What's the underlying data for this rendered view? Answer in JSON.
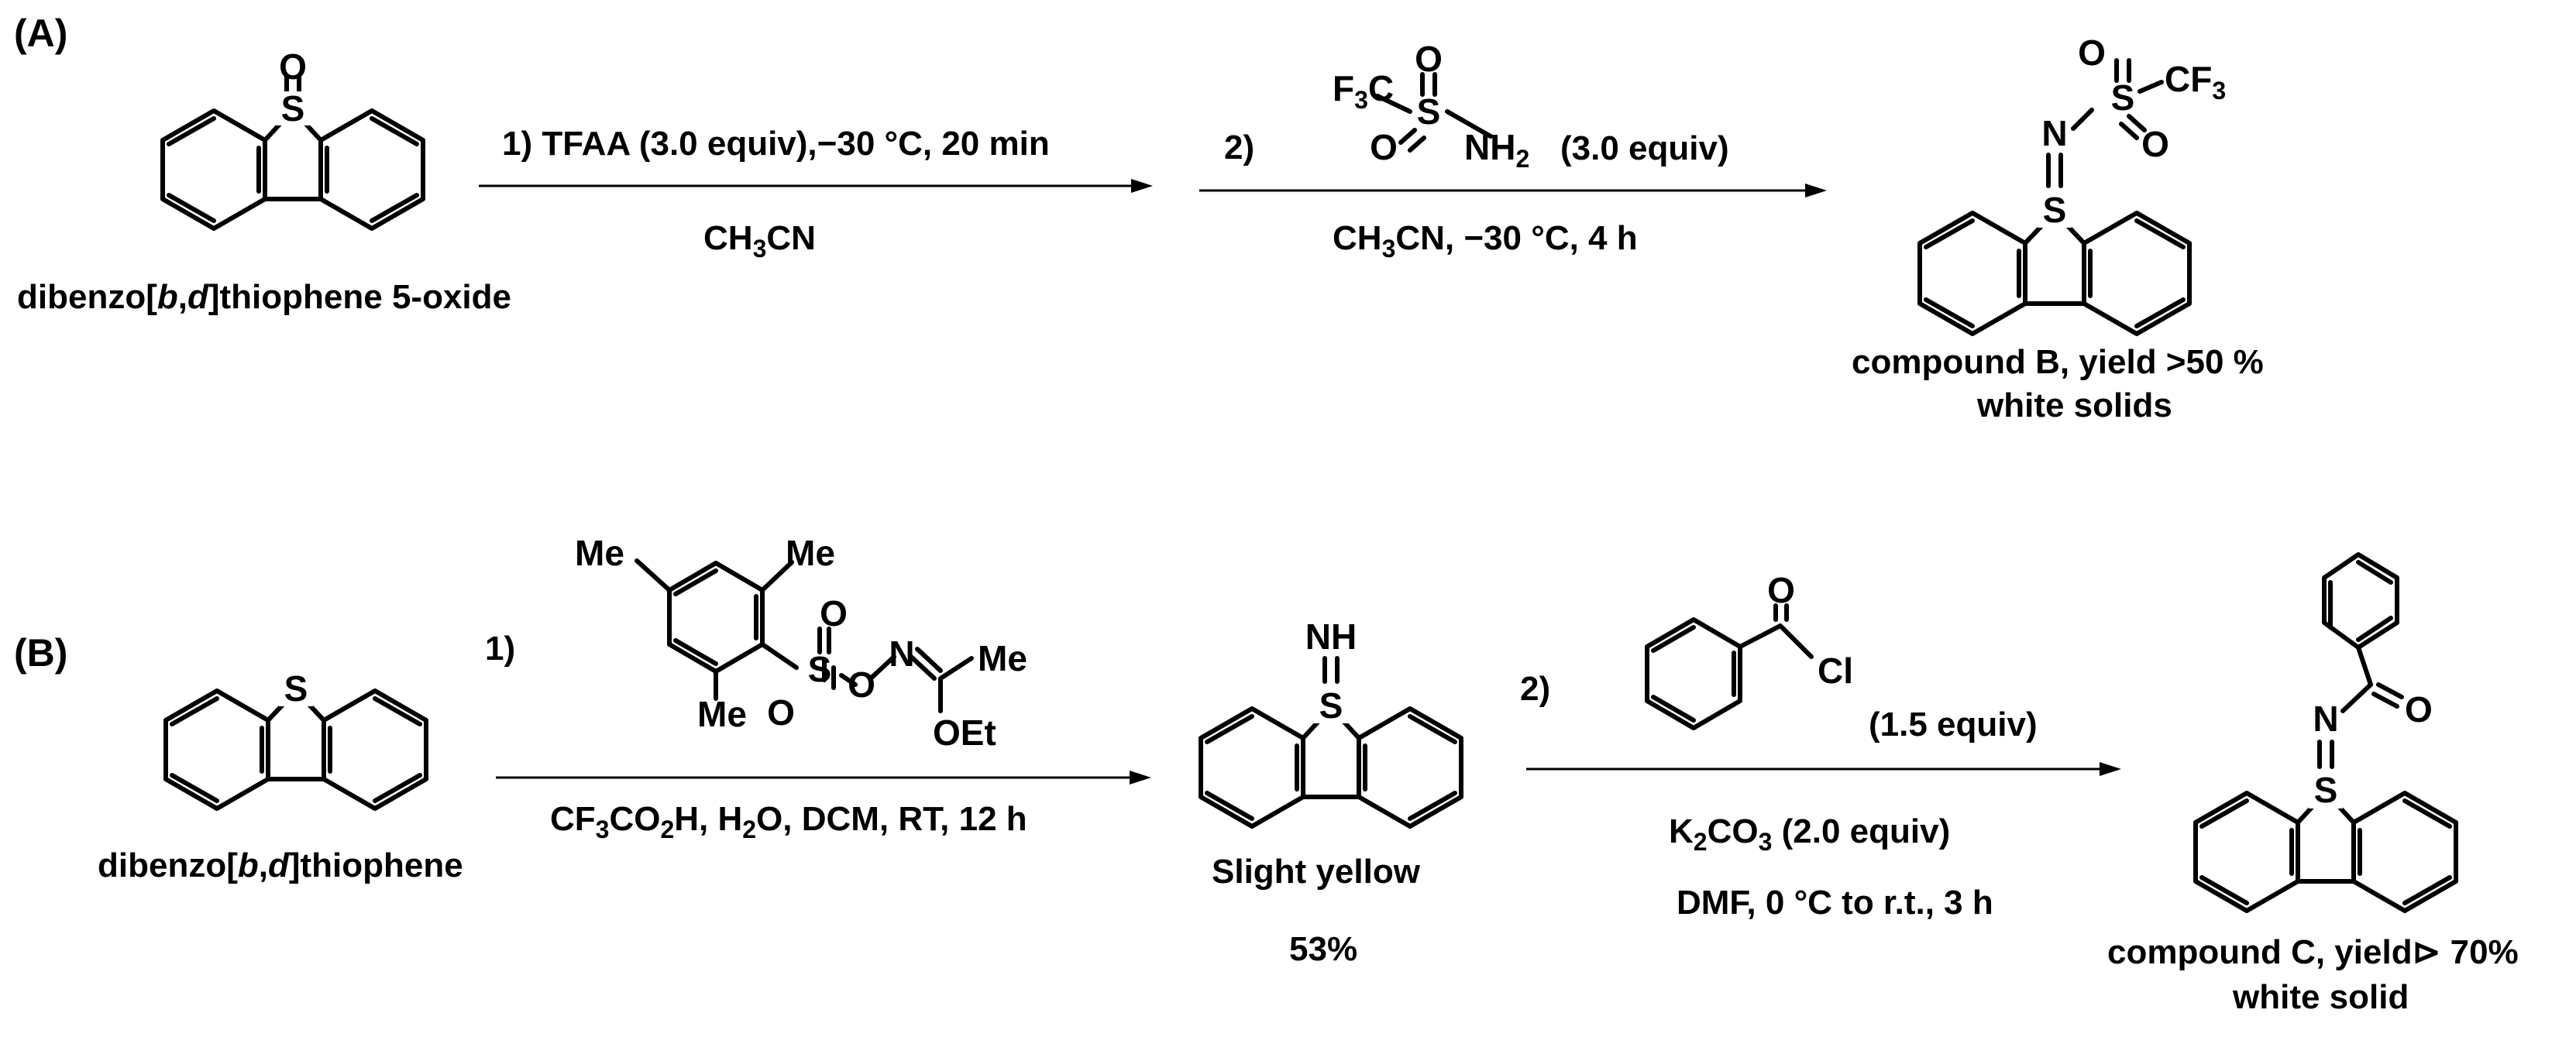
{
  "sections": {
    "a": "(A)",
    "b": "(B)"
  },
  "scheme_a": {
    "start_name": "dibenzo[b,d]thiophene 5-oxide",
    "step1": {
      "num": "1)",
      "line": "1) TFAA (3.0 equiv),−30 °C, 20 min",
      "solvent": "CH3CN"
    },
    "step2": {
      "num": "2)",
      "equiv": "(3.0 equiv)",
      "conditions": "CH3CN, −30 °C, 4 h"
    },
    "product": {
      "line1": "compound  B, yield >50 %",
      "line2": "white solids"
    }
  },
  "scheme_b": {
    "start_name": "dibenzo[b,d]thiophene",
    "step1": {
      "num": "1)",
      "conditions": "CF3CO2H, H2O, DCM, RT, 12 h"
    },
    "intermediate": {
      "appearance": "Slight yellow",
      "yield": "53%"
    },
    "step2": {
      "num": "2)",
      "equiv": "(1.5 equiv)",
      "base": "K2CO3 (2.0 equiv)",
      "conditions": "DMF, 0 °C to r.t., 3 h"
    },
    "product": {
      "line1": "compound  C, yield⊳ 70%",
      "line2": "white solid"
    }
  },
  "atoms": {
    "S": "S",
    "O": "O",
    "N": "N",
    "NH": "NH",
    "NH2": "NH",
    "H2sub": "2",
    "CF3": "CF",
    "F3sub": "3",
    "F3C": "F",
    "Cl": "Cl",
    "Me": "Me",
    "OEt": "OEt"
  }
}
